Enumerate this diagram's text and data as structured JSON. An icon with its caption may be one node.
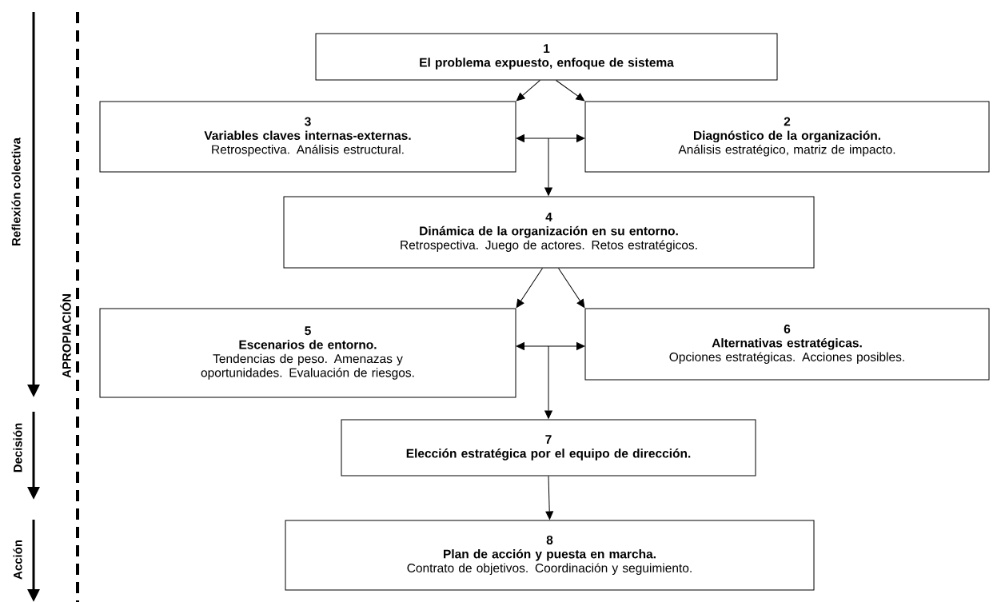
{
  "diagram": {
    "nodes": [
      {
        "text": [
          "1",
          "El problema expuesto, enfoque de sistema"
        ]
      },
      {
        "text": [
          "3",
          "Variables claves internas-externas.",
          "Retrospectiva. Análisis estructural."
        ]
      },
      {
        "text": [
          "2",
          "Diagnóstico de la organización.",
          "Análisis estratégico, matriz de impacto."
        ]
      },
      {
        "text": [
          "4",
          "Dinámica de la organización en su entorno.",
          "Retrospectiva. Juego de actores. Retos estratégicos."
        ]
      },
      {
        "text": [
          "5",
          "Escenarios de entorno.",
          "Tendencias de peso. Amenazas y oportunidades. Evaluación de riesgos."
        ]
      },
      {
        "text": [
          "6",
          "Alternativas estratégicas.",
          "Opciones estratégicas. Acciones posibles."
        ]
      },
      {
        "text": [
          "7",
          "Elección estratégica por el equipo de dirección."
        ]
      },
      {
        "text": [
          "8",
          "Plan de acción y puesta en marcha.",
          "Contrato de objetivos. Coordinación y seguimiento."
        ]
      }
    ],
    "edges": [
      {
        "from": 0,
        "to": 1,
        "arrow": "to"
      },
      {
        "from": 0,
        "to": 2,
        "arrow": "to"
      },
      {
        "from": 1,
        "to": 2,
        "arrow": "both"
      },
      {
        "from": null,
        "to": 3,
        "arrow": "to"
      },
      {
        "from": 3,
        "to": 4,
        "arrow": "to"
      },
      {
        "from": 3,
        "to": 5,
        "arrow": "to"
      },
      {
        "from": 4,
        "to": 5,
        "arrow": "both"
      },
      {
        "from": null,
        "to": 6,
        "arrow": "to"
      },
      {
        "from": 6,
        "to": 7,
        "arrow": "to"
      }
    ],
    "labels": [
      "Reflexión colectiva",
      "APROPIACIÓN",
      "Decisión",
      "Acción"
    ]
  }
}
